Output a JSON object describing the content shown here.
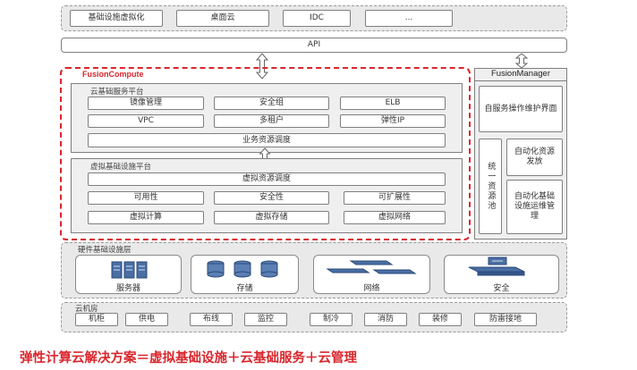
{
  "top_layer": {
    "items": [
      "基础设施虚拟化",
      "桌面云",
      "IDC",
      "..."
    ]
  },
  "api": {
    "label": "API"
  },
  "fusion_compute": {
    "title": "FusionCompute",
    "cloud_services": {
      "title": "云基础服务平台",
      "items": [
        "镜像管理",
        "安全组",
        "ELB",
        "VPC",
        "多租户",
        "弹性IP"
      ],
      "scheduler": "业务资源调度"
    },
    "virtual_platform": {
      "title": "虚拟基础设施平台",
      "scheduler": "虚拟资源调度",
      "items": [
        "可用性",
        "安全性",
        "可扩展性",
        "虚拟计算",
        "虚拟存储",
        "虚拟网络"
      ]
    }
  },
  "fusion_manager": {
    "title": "FusionManager",
    "portal": "自服务操作维护界面",
    "unified_pool": "统一资源池",
    "auto_provision": "自动化资源发放",
    "auto_ops": "自动化基础设施运维管理"
  },
  "hardware": {
    "title": "硬件基础设施层",
    "items": [
      "服务器",
      "存储",
      "网络",
      "安全"
    ]
  },
  "datacenter": {
    "title": "云机房",
    "items": [
      "机柜",
      "供电",
      "布线",
      "监控",
      "制冷",
      "消防",
      "装修",
      "防雷接地"
    ]
  },
  "caption": "弹性计算云解决方案＝虚拟基础设施＋云基础服务＋云管理",
  "colors": {
    "accent": "#d9262c",
    "zone": "#e9e9e9"
  }
}
